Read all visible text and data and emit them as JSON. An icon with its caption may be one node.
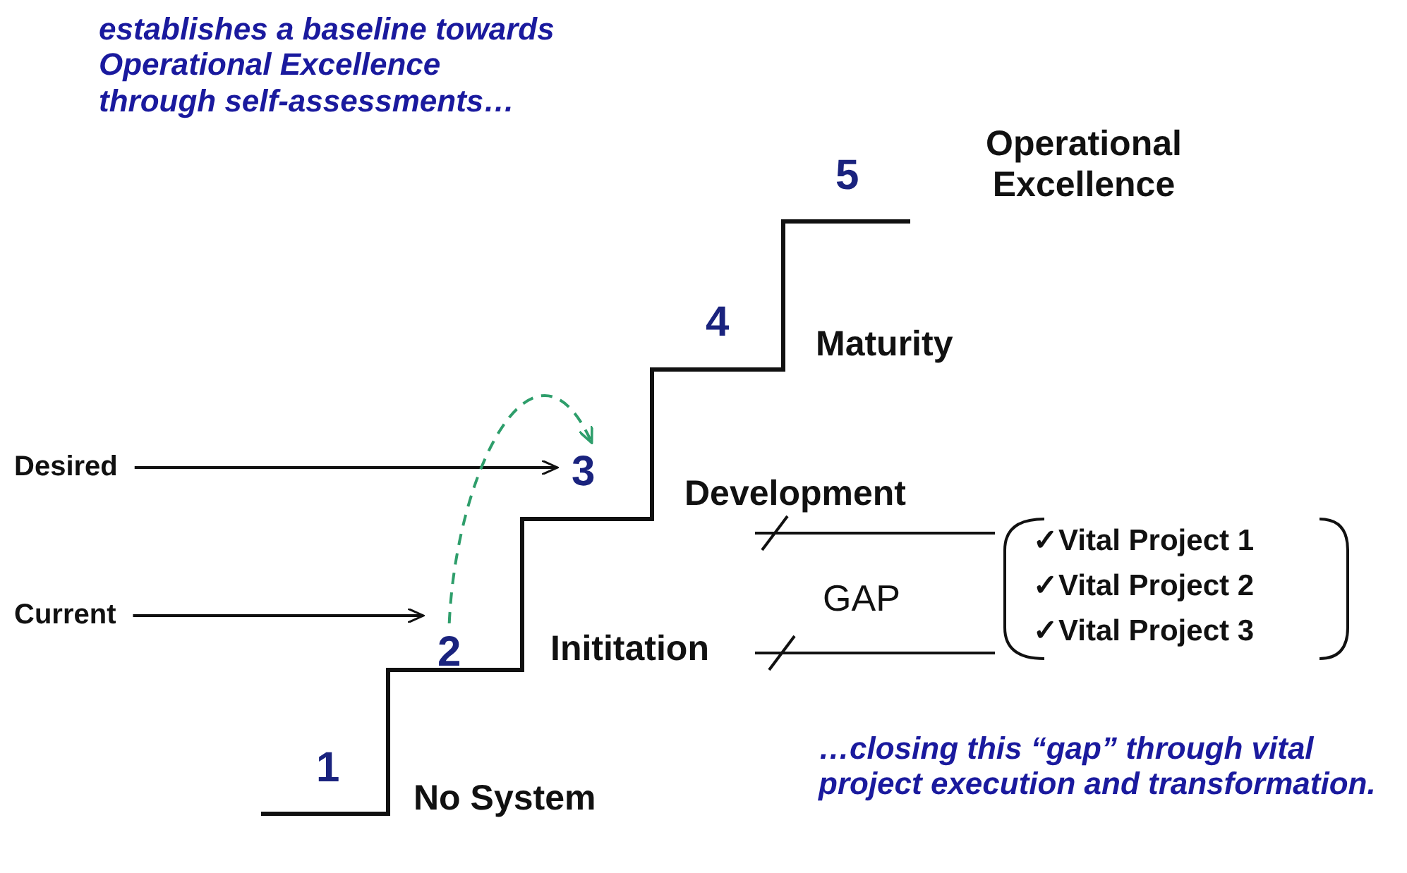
{
  "diagram": {
    "nodes": [
      {
        "text": [
          "Desired"
        ]
      },
      {
        "text": [
          "Current"
        ]
      },
      {
        "text": [
          "2"
        ]
      },
      {
        "text": [
          "3"
        ]
      }
    ],
    "edges": [
      {
        "from": 0,
        "to": 3,
        "arrow": "to"
      },
      {
        "from": 1,
        "to": 2,
        "arrow": "to"
      },
      {
        "from": 2,
        "to": 3,
        "arrow": "to",
        "style": "dashed",
        "color": "#2e9e6b"
      }
    ],
    "labels": [
      "establishes a baseline towards Operational Excellence through self-assessments…",
      "5",
      "Operational Excellence",
      "4",
      "Maturity",
      "Development",
      "GAP",
      "Inititation",
      "1",
      "No System",
      "✓Vital Project 1",
      "✓Vital Project 2",
      "✓Vital Project 3",
      "…closing this “gap” through vital project execution and transformation."
    ]
  }
}
